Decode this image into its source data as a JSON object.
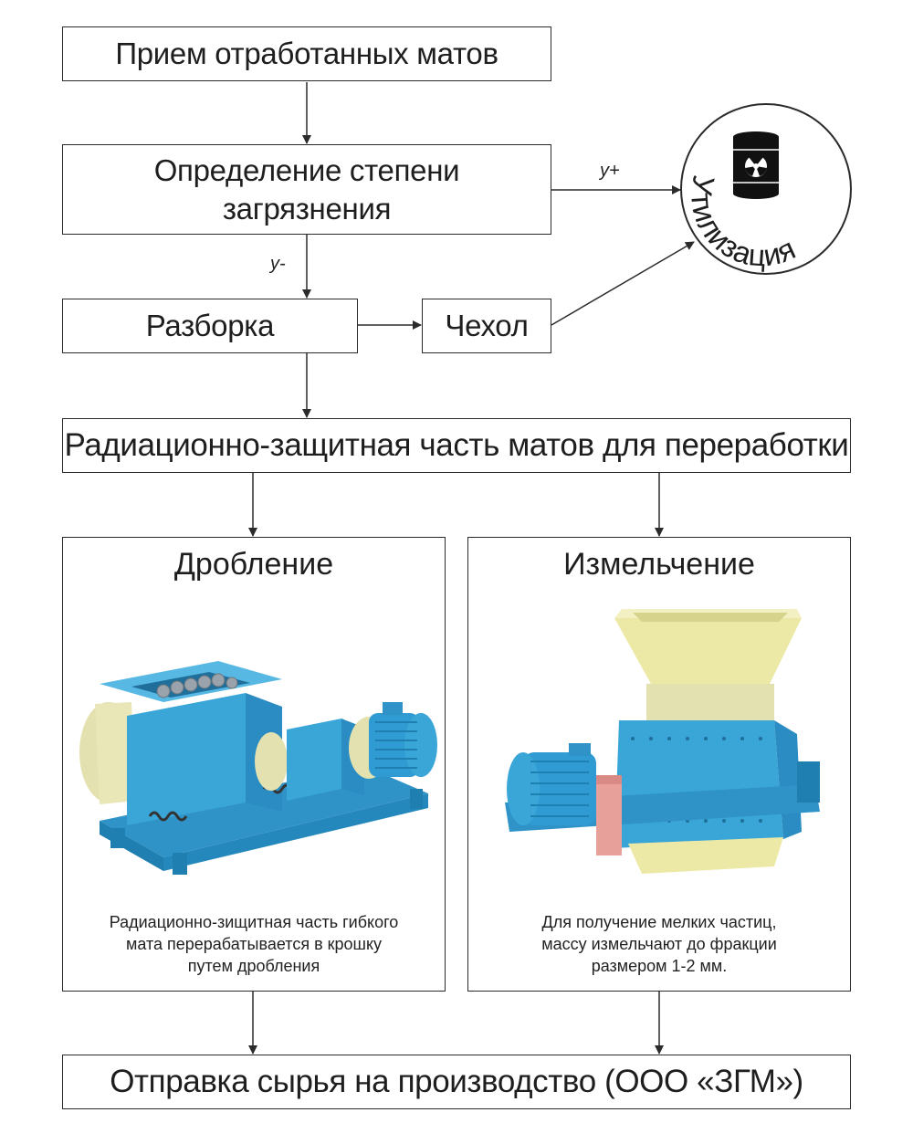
{
  "nodes": {
    "receive": "Прием отработанных матов",
    "contamination": {
      "line1": "Определение степени",
      "line2": "загрязнения"
    },
    "disassembly": "Разборка",
    "cover": "Чехол",
    "protective_part": "Радиационно-защитная часть матов для переработки",
    "shipment": "Отправка сырья на производство (ООО «ЗГМ»)"
  },
  "disposal": {
    "label": "Утилизация",
    "icon": "radioactive-barrel-icon"
  },
  "edge_labels": {
    "high": "y+",
    "low": "y-"
  },
  "crushing": {
    "title": "Дробление",
    "description": [
      "Радиационно-зищитная часть гибкого",
      "мата перерабатывается в крошку",
      "путем дробления"
    ]
  },
  "grinding": {
    "title": "Измельчение",
    "description": [
      "Для получение мелких частиц,",
      "массу измельчают до фракции",
      "размером 1-2 мм."
    ]
  },
  "colors": {
    "machine_blue": "#3aa6d8",
    "machine_dark": "#1f7fb0",
    "cream": "#e9e6b8",
    "hopper_yellow": "#ece9a6",
    "belt_pink": "#e8a09a",
    "line": "#2b2b2b"
  }
}
